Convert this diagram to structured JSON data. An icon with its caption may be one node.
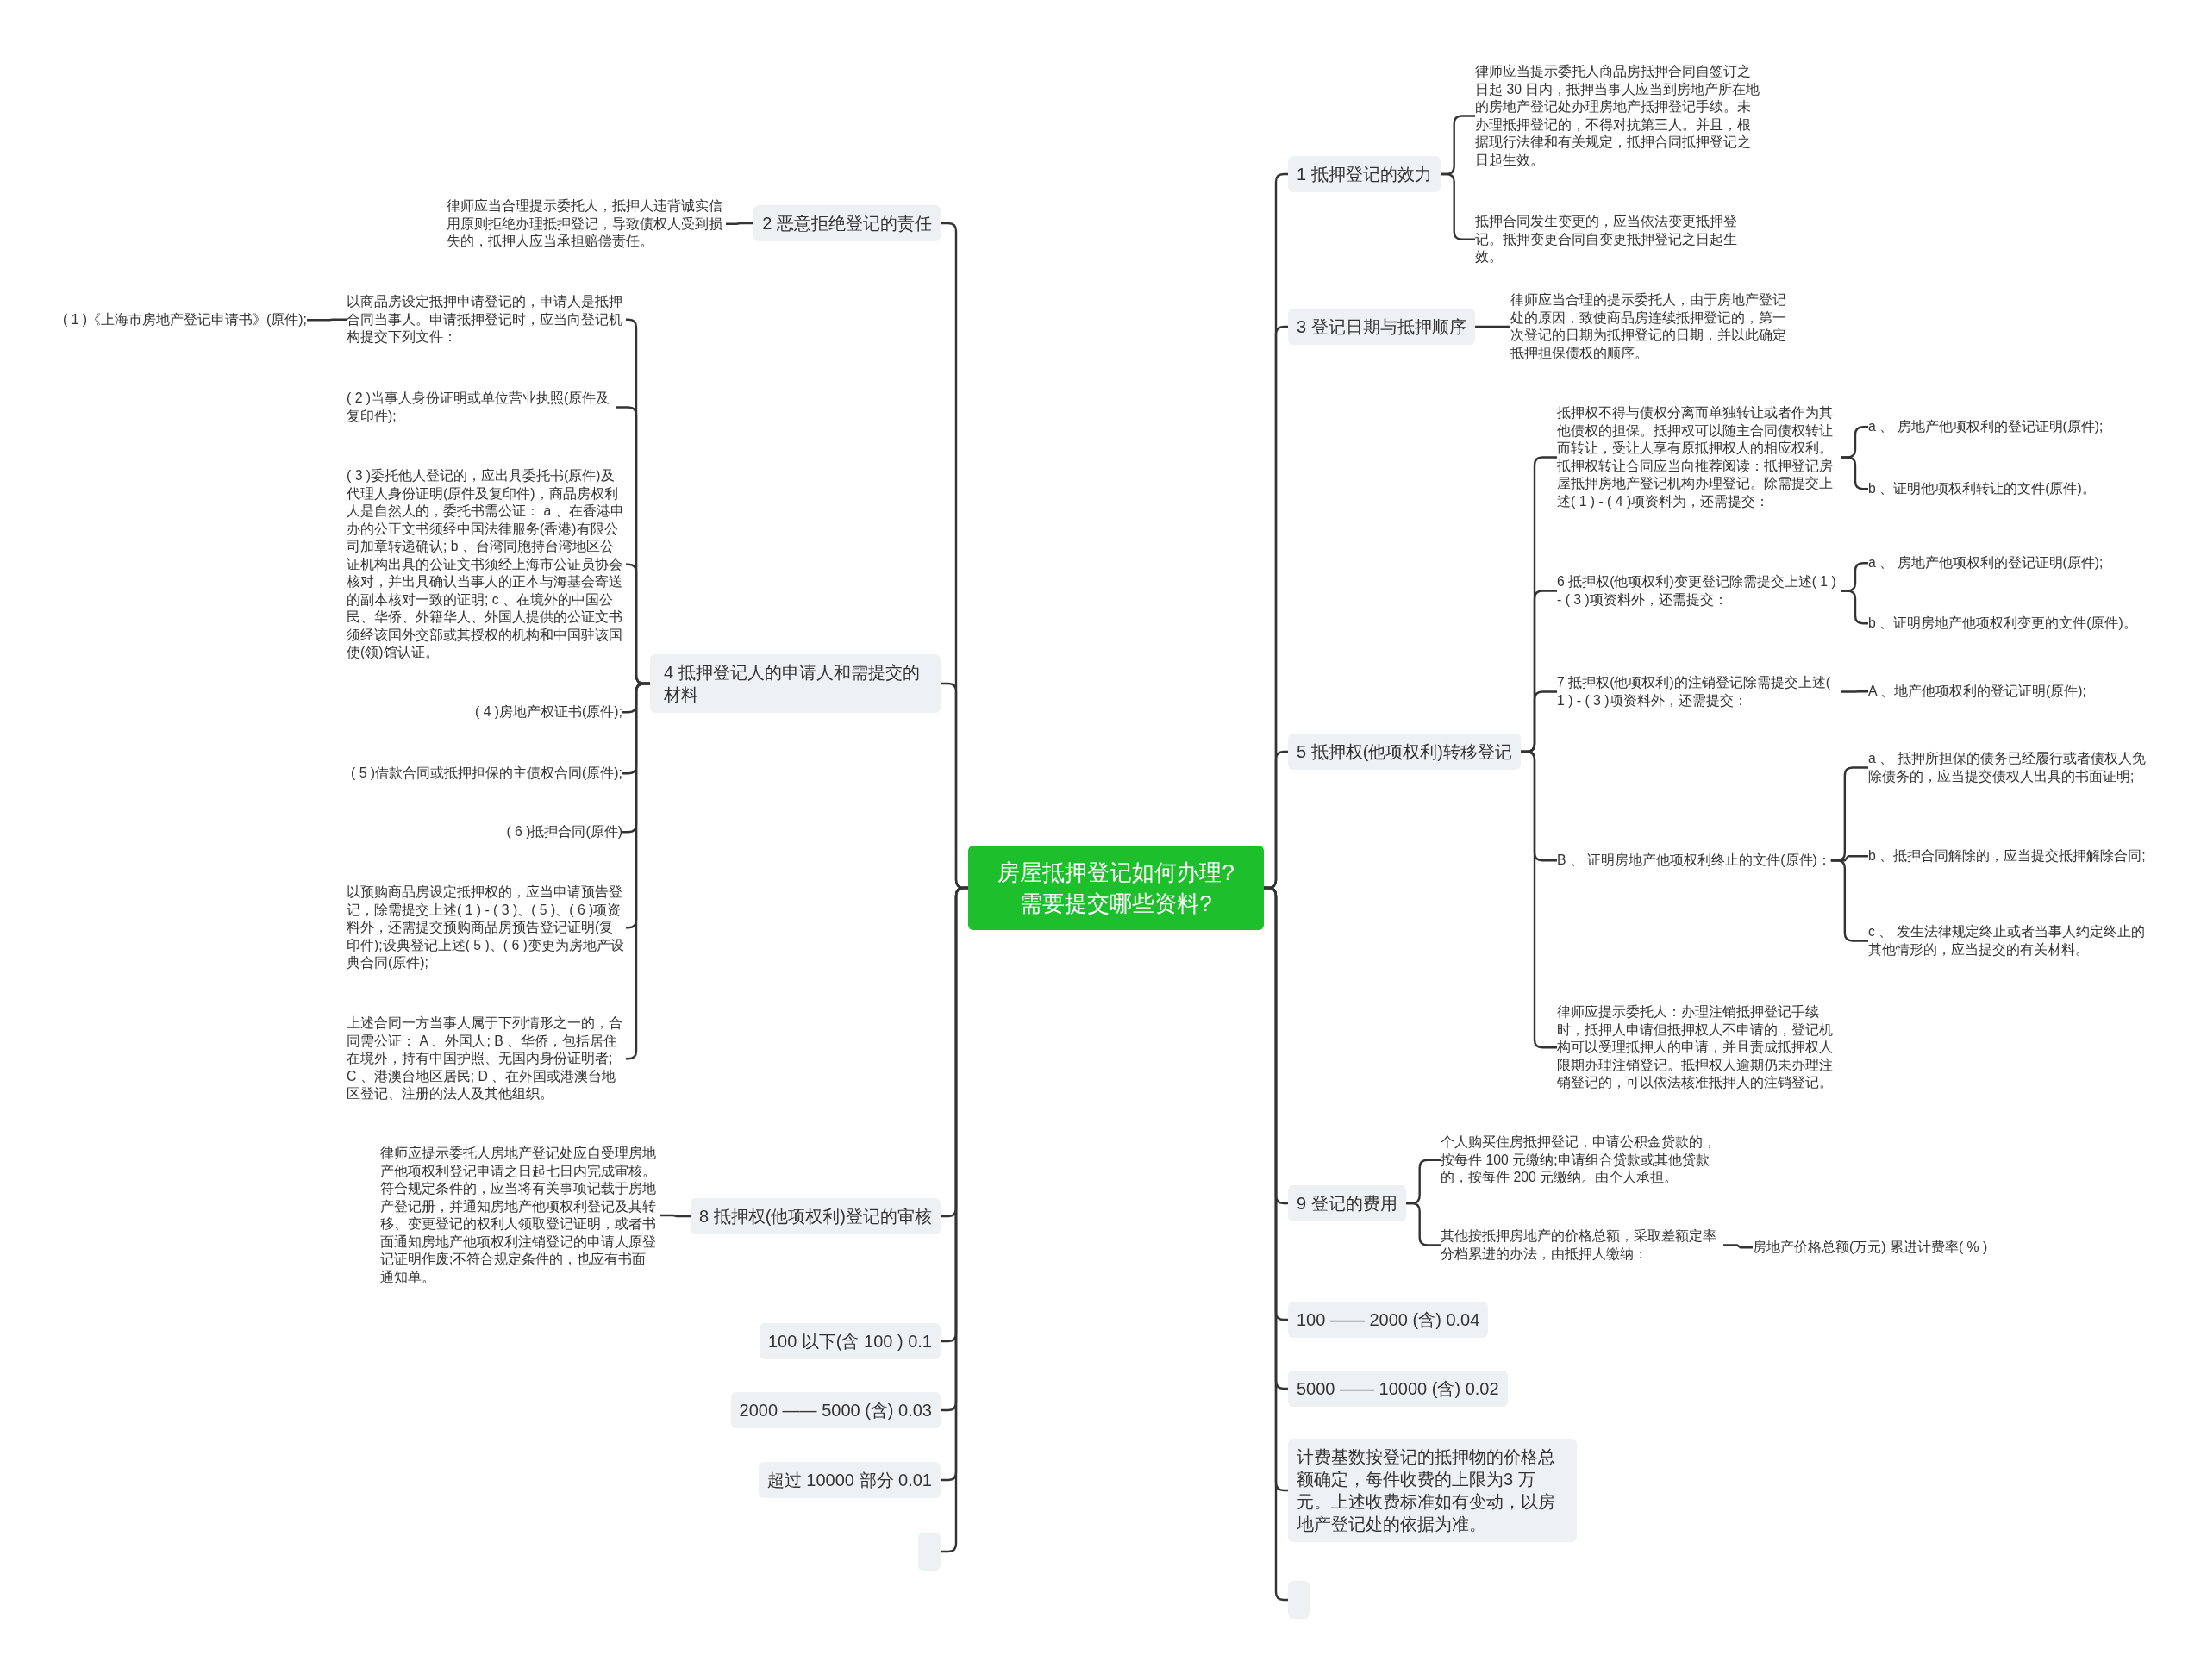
{
  "diagram": {
    "nodes": [
      {
        "text": [
          "房屋抵押登记如何办理?需要提交哪些资料?"
        ]
      },
      {
        "text": [
          "1 抵押登记的效力"
        ]
      },
      {
        "text": [
          "律师应当提示委托人商品房抵押合同自签订之日起 30 日内，抵押当事人应当到房地产所在地的房地产登记处办理房地产抵押登记手续。未办理抵押登记的，不得对抗第三人。并且，根据现行法律和有关规定，抵押合同抵押登记之日起生效。"
        ]
      },
      {
        "text": [
          "抵押合同发生变更的，应当依法变更抵押登记。抵押变更合同自变更抵押登记之日起生效。"
        ]
      },
      {
        "text": [
          "3 登记日期与抵押顺序"
        ]
      },
      {
        "text": [
          "律师应当合理的提示委托人，由于房地产登记处的原因，致使商品房连续抵押登记的，第一次登记的日期为抵押登记的日期，并以此确定抵押担保债权的顺序。"
        ]
      },
      {
        "text": [
          "5 抵押权(他项权利)转移登记"
        ]
      },
      {
        "text": [
          "抵押权不得与债权分离而单独转让或者作为其他债权的担保。抵押权可以随主合同债权转让而转让，受让人享有原抵押权人的相应权利。抵押权转让合同应当向推荐阅读：抵押登记房屋抵押房地产登记机构办理登记。除需提交上述( 1 ) - ( 4 )项资料为，还需提交："
        ]
      },
      {
        "text": [
          "a 、 房地产他项权利的登记证明(原件);"
        ]
      },
      {
        "text": [
          "b 、证明他项权利转让的文件(原件)。"
        ]
      },
      {
        "text": [
          "6 抵押权(他项权利)变更登记除需提交上述( 1 ) - ( 3 )项资料外，还需提交："
        ]
      },
      {
        "text": [
          "a 、 房地产他项权利的登记证明(原件);"
        ]
      },
      {
        "text": [
          "b 、证明房地产他项权利变更的文件(原件)。"
        ]
      },
      {
        "text": [
          "7 抵押权(他项权利)的注销登记除需提交上述( 1 ) - ( 3 )项资料外，还需提交："
        ]
      },
      {
        "text": [
          "A 、地产他项权利的登记证明(原件);"
        ]
      },
      {
        "text": [
          "B 、 证明房地产他项权利终止的文件(原件)："
        ]
      },
      {
        "text": [
          "a 、 抵押所担保的债务已经履行或者债权人免除债务的，应当提交债权人出具的书面证明;"
        ]
      },
      {
        "text": [
          "b 、抵押合同解除的，应当提交抵押解除合同;"
        ]
      },
      {
        "text": [
          "c 、 发生法律规定终止或者当事人约定终止的其他情形的，应当提交的有关材料。"
        ]
      },
      {
        "text": [
          "律师应提示委托人：办理注销抵押登记手续时，抵押人申请但抵押权人不申请的，登记机构可以受理抵押人的申请，并且责成抵押权人限期办理注销登记。抵押权人逾期仍未办理注销登记的，可以依法核准抵押人的注销登记。"
        ]
      },
      {
        "text": [
          "9 登记的费用"
        ]
      },
      {
        "text": [
          "个人购买住房抵押登记，申请公积金贷款的，按每件 100 元缴纳;申请组合贷款或其他贷款的，按每件 200 元缴纳。由个人承担。"
        ]
      },
      {
        "text": [
          "其他按抵押房地产的价格总额，采取差额定率分档累进的办法，由抵押人缴纳："
        ]
      },
      {
        "text": [
          "房地产价格总额(万元) 累进计费率( % )"
        ]
      },
      {
        "text": [
          "100 —— 2000 (含) 0.04"
        ]
      },
      {
        "text": [
          "5000 —— 10000 (含) 0.02"
        ]
      },
      {
        "text": [
          "计费基数按登记的抵押物的价格总额确定，每件收费的上限为3 万元。上述收费标准如有变动，以房地产登记处的依据为准。"
        ]
      },
      {
        "text": [],
        "shape": "box"
      },
      {
        "text": [
          "2 恶意拒绝登记的责任"
        ]
      },
      {
        "text": [
          "律师应当合理提示委托人，抵押人违背诚实信用原则拒绝办理抵押登记，导致债权人受到损失的，抵押人应当承担赔偿责任。"
        ]
      },
      {
        "text": [
          "4 抵押登记人的申请人和需提交的材料"
        ]
      },
      {
        "text": [
          "以商品房设定抵押申请登记的，申请人是抵押合同当事人。申请抵押登记时，应当向登记机构提交下列文件："
        ]
      },
      {
        "text": [
          "( 1 )《上海市房地产登记申请书》(原件);"
        ]
      },
      {
        "text": [
          "( 2 )当事人身份证明或单位营业执照(原件及复印件);"
        ]
      },
      {
        "text": [
          "( 3 )委托他人登记的，应出具委托书(原件)及代理人身份证明(原件及复印件)，商品房权利人是自然人的，委托书需公证： a 、在香港申办的公正文书须经中国法律服务(香港)有限公司加章转递确认; b 、台湾同胞持台湾地区公证机构出具的公证文书须经上海市公证员协会核对，并出具确认当事人的正本与海基会寄送的副本核对一致的证明; c 、在境外的中国公民、华侨、外籍华人、外国人提供的公证文书须经该国外交部或其授权的机构和中国驻该国使(领)馆认证。"
        ]
      },
      {
        "text": [
          "( 4 )房地产权证书(原件);"
        ]
      },
      {
        "text": [
          "( 5 )借款合同或抵押担保的主债权合同(原件);"
        ]
      },
      {
        "text": [
          "( 6 )抵押合同(原件)"
        ]
      },
      {
        "text": [
          "以预购商品房设定抵押权的，应当申请预告登记，除需提交上述( 1 ) - ( 3 )、( 5 )、( 6 )项资料外，还需提交预购商品房预告登记证明(复印件);设典登记上述( 5 )、( 6 )变更为房地产设典合同(原件);"
        ]
      },
      {
        "text": [
          "上述合同一方当事人属于下列情形之一的，合同需公证： A 、外国人; B 、华侨，包括居住在境外，持有中国护照、无国内身份证明者; C 、港澳台地区居民; D 、在外国或港澳台地区登记、注册的法人及其他组织。"
        ]
      },
      {
        "text": [
          "8 抵押权(他项权利)登记的审核"
        ]
      },
      {
        "text": [
          "律师应提示委托人房地产登记处应自受理房地产他项权利登记申请之日起七日内完成审核。符合规定条件的，应当将有关事项记载于房地产登记册，并通知房地产他项权利登记及其转移、变更登记的权利人领取登记证明，或者书面通知房地产他项权利注销登记的申请人原登记证明作废;不符合规定条件的，也应有书面通知单。"
        ]
      },
      {
        "text": [
          "100 以下(含 100 ) 0.1"
        ]
      },
      {
        "text": [
          "2000 —— 5000 (含) 0.03"
        ]
      },
      {
        "text": [
          "超过 10000 部分 0.01"
        ]
      },
      {
        "text": [],
        "shape": "box"
      }
    ],
    "edges": [
      {
        "from": 0,
        "to": 1,
        "arrow": "none"
      },
      {
        "from": 0,
        "to": 4,
        "arrow": "none"
      },
      {
        "from": 0,
        "to": 6,
        "arrow": "none"
      },
      {
        "from": 0,
        "to": 20,
        "arrow": "none"
      },
      {
        "from": 0,
        "to": 24,
        "arrow": "none"
      },
      {
        "from": 0,
        "to": 25,
        "arrow": "none"
      },
      {
        "from": 0,
        "to": 26,
        "arrow": "none"
      },
      {
        "from": 0,
        "to": 27,
        "arrow": "none"
      },
      {
        "from": 0,
        "to": 28,
        "arrow": "none"
      },
      {
        "from": 0,
        "to": 30,
        "arrow": "none"
      },
      {
        "from": 0,
        "to": 40,
        "arrow": "none"
      },
      {
        "from": 0,
        "to": 42,
        "arrow": "none"
      },
      {
        "from": 0,
        "to": 43,
        "arrow": "none"
      },
      {
        "from": 0,
        "to": 44,
        "arrow": "none"
      },
      {
        "from": 0,
        "to": 45,
        "arrow": "none"
      },
      {
        "from": 1,
        "to": 2,
        "arrow": "none"
      },
      {
        "from": 1,
        "to": 3,
        "arrow": "none"
      },
      {
        "from": 4,
        "to": 5,
        "arrow": "none"
      },
      {
        "from": 6,
        "to": 7,
        "arrow": "none"
      },
      {
        "from": 6,
        "to": 10,
        "arrow": "none"
      },
      {
        "from": 6,
        "to": 13,
        "arrow": "none"
      },
      {
        "from": 6,
        "to": 15,
        "arrow": "none"
      },
      {
        "from": 6,
        "to": 19,
        "arrow": "none"
      },
      {
        "from": 7,
        "to": 8,
        "arrow": "none"
      },
      {
        "from": 7,
        "to": 9,
        "arrow": "none"
      },
      {
        "from": 10,
        "to": 11,
        "arrow": "none"
      },
      {
        "from": 10,
        "to": 12,
        "arrow": "none"
      },
      {
        "from": 13,
        "to": 14,
        "arrow": "none"
      },
      {
        "from": 15,
        "to": 16,
        "arrow": "none"
      },
      {
        "from": 15,
        "to": 17,
        "arrow": "none"
      },
      {
        "from": 15,
        "to": 18,
        "arrow": "none"
      },
      {
        "from": 20,
        "to": 21,
        "arrow": "none"
      },
      {
        "from": 20,
        "to": 22,
        "arrow": "none"
      },
      {
        "from": 22,
        "to": 23,
        "arrow": "none"
      },
      {
        "from": 28,
        "to": 29,
        "arrow": "none"
      },
      {
        "from": 30,
        "to": 31,
        "arrow": "none"
      },
      {
        "from": 30,
        "to": 33,
        "arrow": "none"
      },
      {
        "from": 30,
        "to": 34,
        "arrow": "none"
      },
      {
        "from": 30,
        "to": 35,
        "arrow": "none"
      },
      {
        "from": 30,
        "to": 36,
        "arrow": "none"
      },
      {
        "from": 30,
        "to": 37,
        "arrow": "none"
      },
      {
        "from": 30,
        "to": 38,
        "arrow": "none"
      },
      {
        "from": 30,
        "to": 39,
        "arrow": "none"
      },
      {
        "from": 31,
        "to": 32,
        "arrow": "none"
      },
      {
        "from": 40,
        "to": 41,
        "arrow": "none"
      }
    ]
  }
}
